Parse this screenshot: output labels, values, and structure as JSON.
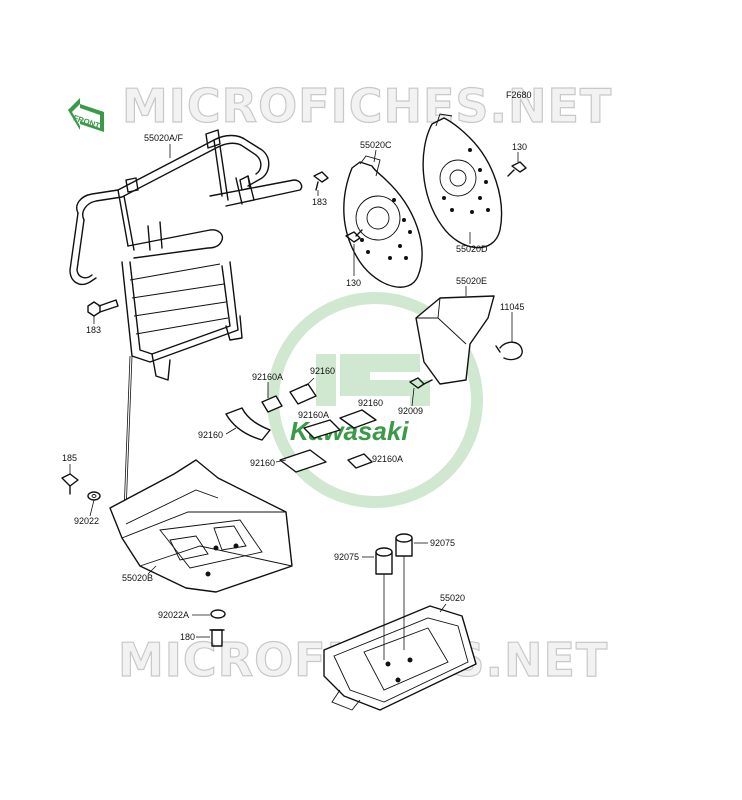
{
  "watermark": {
    "top": "MICROFICHES.NET",
    "bottom": "MICROFICHES.NET"
  },
  "figure_ref": "F2680",
  "front_badge": "FRONT",
  "logo_text": "Kawasaki",
  "colors": {
    "logo_green": "#3a9a48",
    "logo_green_light": "#cfe8cf",
    "watermark_stroke": "#c9c9c9",
    "line": "#111111"
  },
  "parts": {
    "p55020AF": "55020A/F",
    "p55020C": "55020C",
    "p55020D": "55020D",
    "p130a": "130",
    "p130b": "130",
    "p183a": "183",
    "p183b": "183",
    "p55020E": "55020E",
    "p11045": "11045",
    "p92009": "92009",
    "p92160A_1": "92160A",
    "p92160_1": "92160",
    "p92160A_2": "92160A",
    "p92160_2": "92160",
    "p92160_3": "92160",
    "p92160_4": "92160",
    "p92160A_3": "92160A",
    "p185": "185",
    "p92022": "92022",
    "p55020B": "55020B",
    "p92022A": "92022A",
    "p180": "180",
    "p92075a": "92075",
    "p92075b": "92075",
    "p55020": "55020"
  }
}
